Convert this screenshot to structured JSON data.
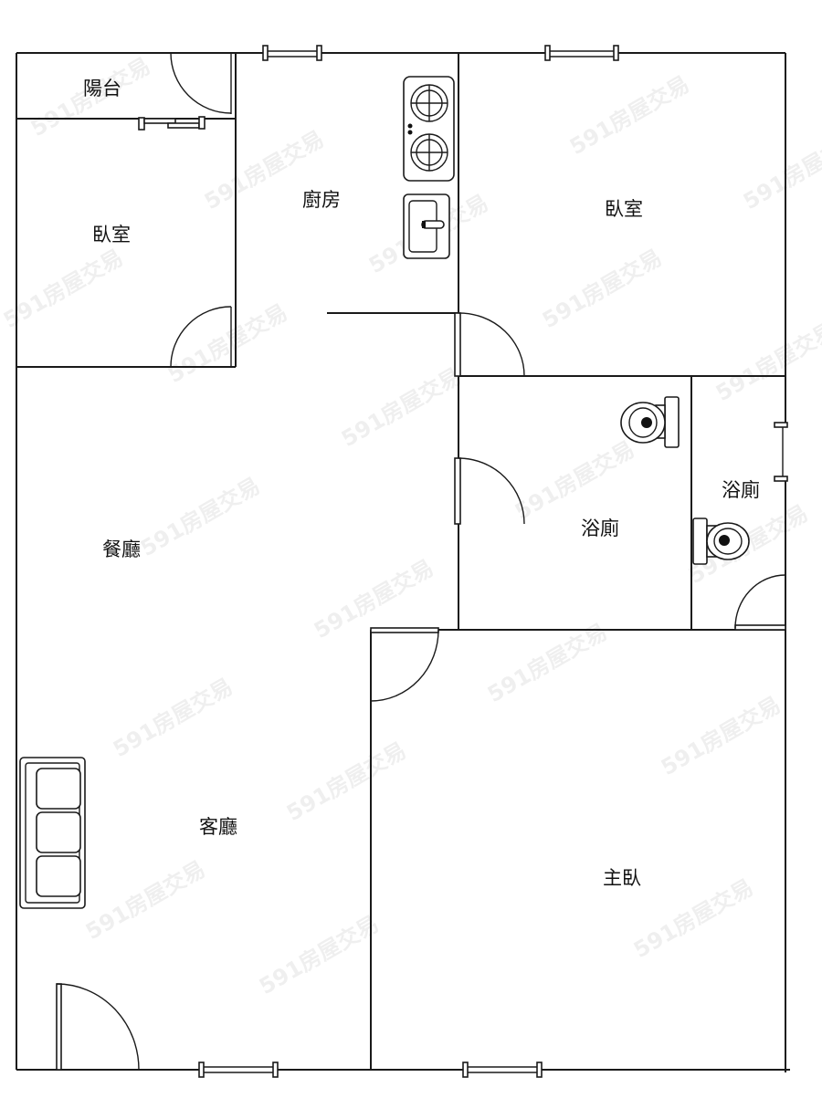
{
  "floor_plan": {
    "rooms": {
      "balcony": "陽台",
      "bedroom_nw": "臥室",
      "kitchen": "廚房",
      "bedroom_ne": "臥室",
      "bathroom_main": "浴廁",
      "bathroom_small": "浴廁",
      "dining": "餐廳",
      "living": "客廳",
      "master_bedroom": "主臥"
    },
    "watermark": "591房屋交易",
    "colors": {
      "line": "#1a1a1a",
      "background": "#ffffff"
    }
  }
}
